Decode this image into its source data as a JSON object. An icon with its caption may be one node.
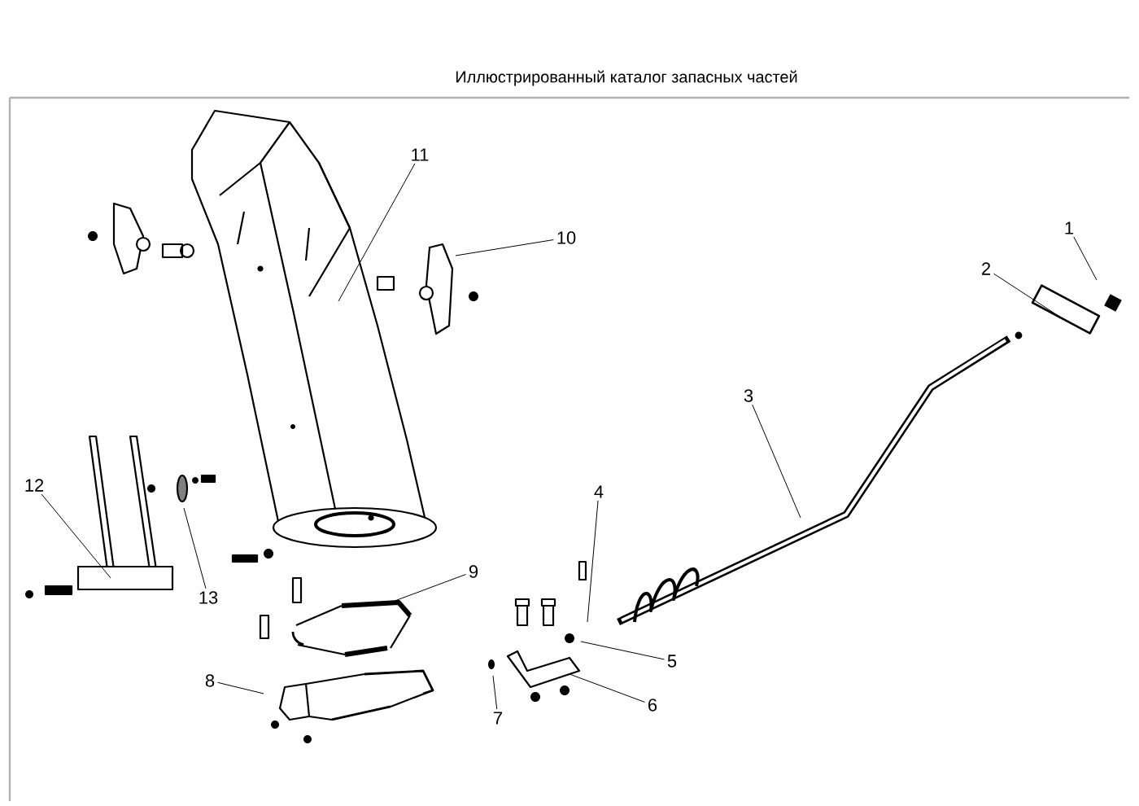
{
  "diagram": {
    "title": "Иллюстрированный каталог запасных частей",
    "nodes": [
      {
        "text": [
          "1"
        ]
      },
      {
        "text": [
          "2"
        ]
      },
      {
        "text": [
          "3"
        ]
      },
      {
        "text": [
          "4"
        ]
      },
      {
        "text": [
          "5"
        ]
      },
      {
        "text": [
          "6"
        ]
      },
      {
        "text": [
          "7"
        ]
      },
      {
        "text": [
          "8"
        ]
      },
      {
        "text": [
          "9"
        ]
      },
      {
        "text": [
          "10"
        ]
      },
      {
        "text": [
          "11"
        ]
      },
      {
        "text": [
          "12"
        ]
      },
      {
        "text": [
          "13"
        ]
      }
    ],
    "edges": [
      {
        "from": 0,
        "to": null,
        "arrow": "none"
      },
      {
        "from": 1,
        "to": null,
        "arrow": "none"
      },
      {
        "from": 2,
        "to": null,
        "arrow": "none"
      },
      {
        "from": 3,
        "to": null,
        "arrow": "none"
      },
      {
        "from": 4,
        "to": null,
        "arrow": "none"
      },
      {
        "from": 5,
        "to": null,
        "arrow": "none"
      },
      {
        "from": 6,
        "to": null,
        "arrow": "none"
      },
      {
        "from": 7,
        "to": null,
        "arrow": "none"
      },
      {
        "from": 8,
        "to": null,
        "arrow": "none"
      },
      {
        "from": 9,
        "to": null,
        "arrow": "none"
      },
      {
        "from": 10,
        "to": null,
        "arrow": "none"
      },
      {
        "from": 11,
        "to": null,
        "arrow": "none"
      },
      {
        "from": 12,
        "to": null,
        "arrow": "none"
      }
    ]
  }
}
